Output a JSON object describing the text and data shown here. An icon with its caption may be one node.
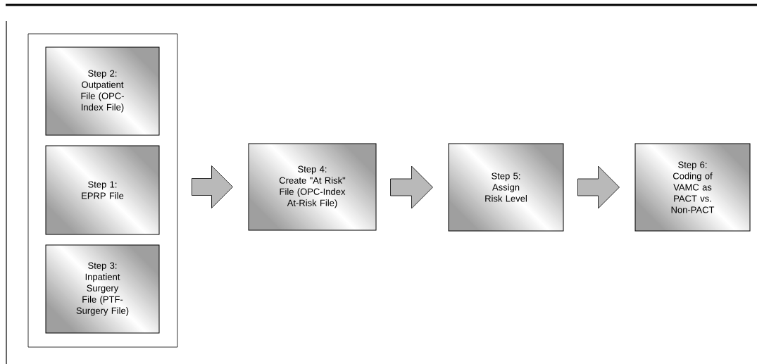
{
  "diagram": {
    "nodes": [
      {
        "text": [],
        "shape": "box"
      },
      {
        "text": [
          "Step 2:",
          "Outpatient File (OPC-Index File)"
        ],
        "in": 0
      },
      {
        "text": [
          "Step 1:",
          "EPRP File"
        ],
        "in": 0
      },
      {
        "text": [
          "Step 3:",
          "Inpatient Surgery File (PTF-Surgery File)"
        ],
        "in": 0
      },
      {
        "text": [
          "Step 4:",
          "Create \"At Risk\" File (OPC-Index At-Risk File)"
        ]
      },
      {
        "text": [
          "Step 5:",
          "Assign Risk Level"
        ]
      },
      {
        "text": [
          "Step 6:",
          "Coding of VAMC as PACT vs. Non-PACT"
        ]
      }
    ],
    "edges": [
      {
        "from": 0,
        "to": 4,
        "arrow": "to"
      },
      {
        "from": 4,
        "to": 5,
        "arrow": "to"
      },
      {
        "from": 5,
        "to": 6,
        "arrow": "to"
      }
    ]
  }
}
